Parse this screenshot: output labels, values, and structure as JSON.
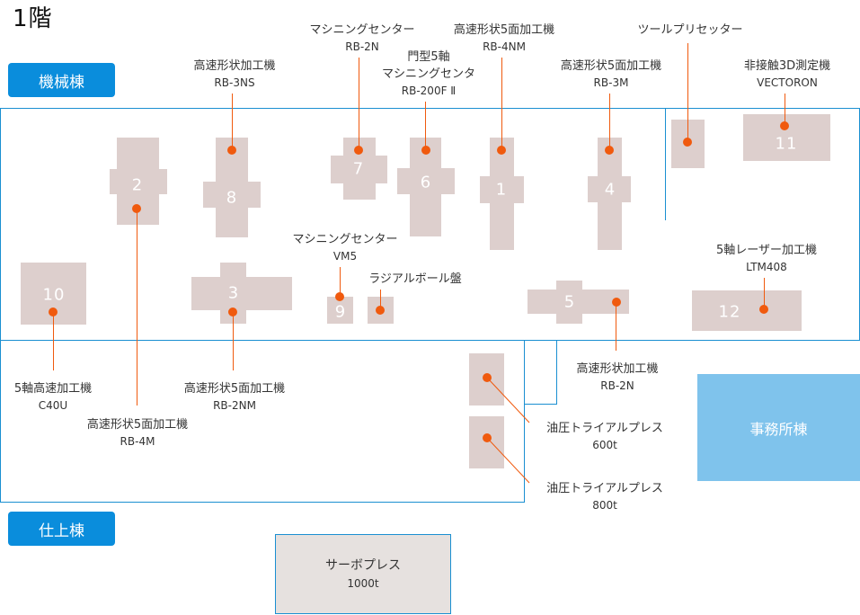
{
  "floor_title": "1階",
  "buildings": {
    "machining": "機械棟",
    "finishing": "仕上棟",
    "office": "事務所棟"
  },
  "accent_color": "#0a8ddc",
  "machine_color": "#ddcfcd",
  "marker_color": "#f05a0e",
  "machines": [
    {
      "number": "1",
      "name": "高速形状5面加工機",
      "model": "RB-4NM"
    },
    {
      "number": "2",
      "name": "高速形状5面加工機",
      "model": "RB-4M"
    },
    {
      "number": "3",
      "name": "高速形状5面加工機",
      "model": "RB-2NM"
    },
    {
      "number": "4",
      "name": "高速形状5面加工機",
      "model": "RB-3M"
    },
    {
      "number": "5",
      "name": "高速形状加工機",
      "model": "RB-2N"
    },
    {
      "number": "6",
      "name": "門型5軸\nマシニングセンタ",
      "name_line1": "門型5軸",
      "name_line2": "マシニングセンタ",
      "model": "RB-200F Ⅱ"
    },
    {
      "number": "7",
      "name": "マシニングセンター",
      "model": "RB-2N"
    },
    {
      "number": "8",
      "name": "高速形状加工機",
      "model": "RB-3NS"
    },
    {
      "number": "9",
      "name": "マシニングセンター",
      "model": "VM5"
    },
    {
      "number": "10",
      "name": "5軸高速加工機",
      "model": "C40U"
    },
    {
      "number": "11",
      "name": "非接触3D測定機",
      "model": "VECTORON"
    },
    {
      "number": "12",
      "name": "5軸レーザー加工機",
      "model": "LTM408"
    }
  ],
  "other_equipment": [
    {
      "name": "ツールプリセッター"
    },
    {
      "name": "ラジアルボール盤"
    },
    {
      "name": "油圧トライアルプレス",
      "model": "600t"
    },
    {
      "name": "油圧トライアルプレス",
      "model": "800t"
    },
    {
      "name": "サーボプレス",
      "model": "1000t"
    }
  ]
}
